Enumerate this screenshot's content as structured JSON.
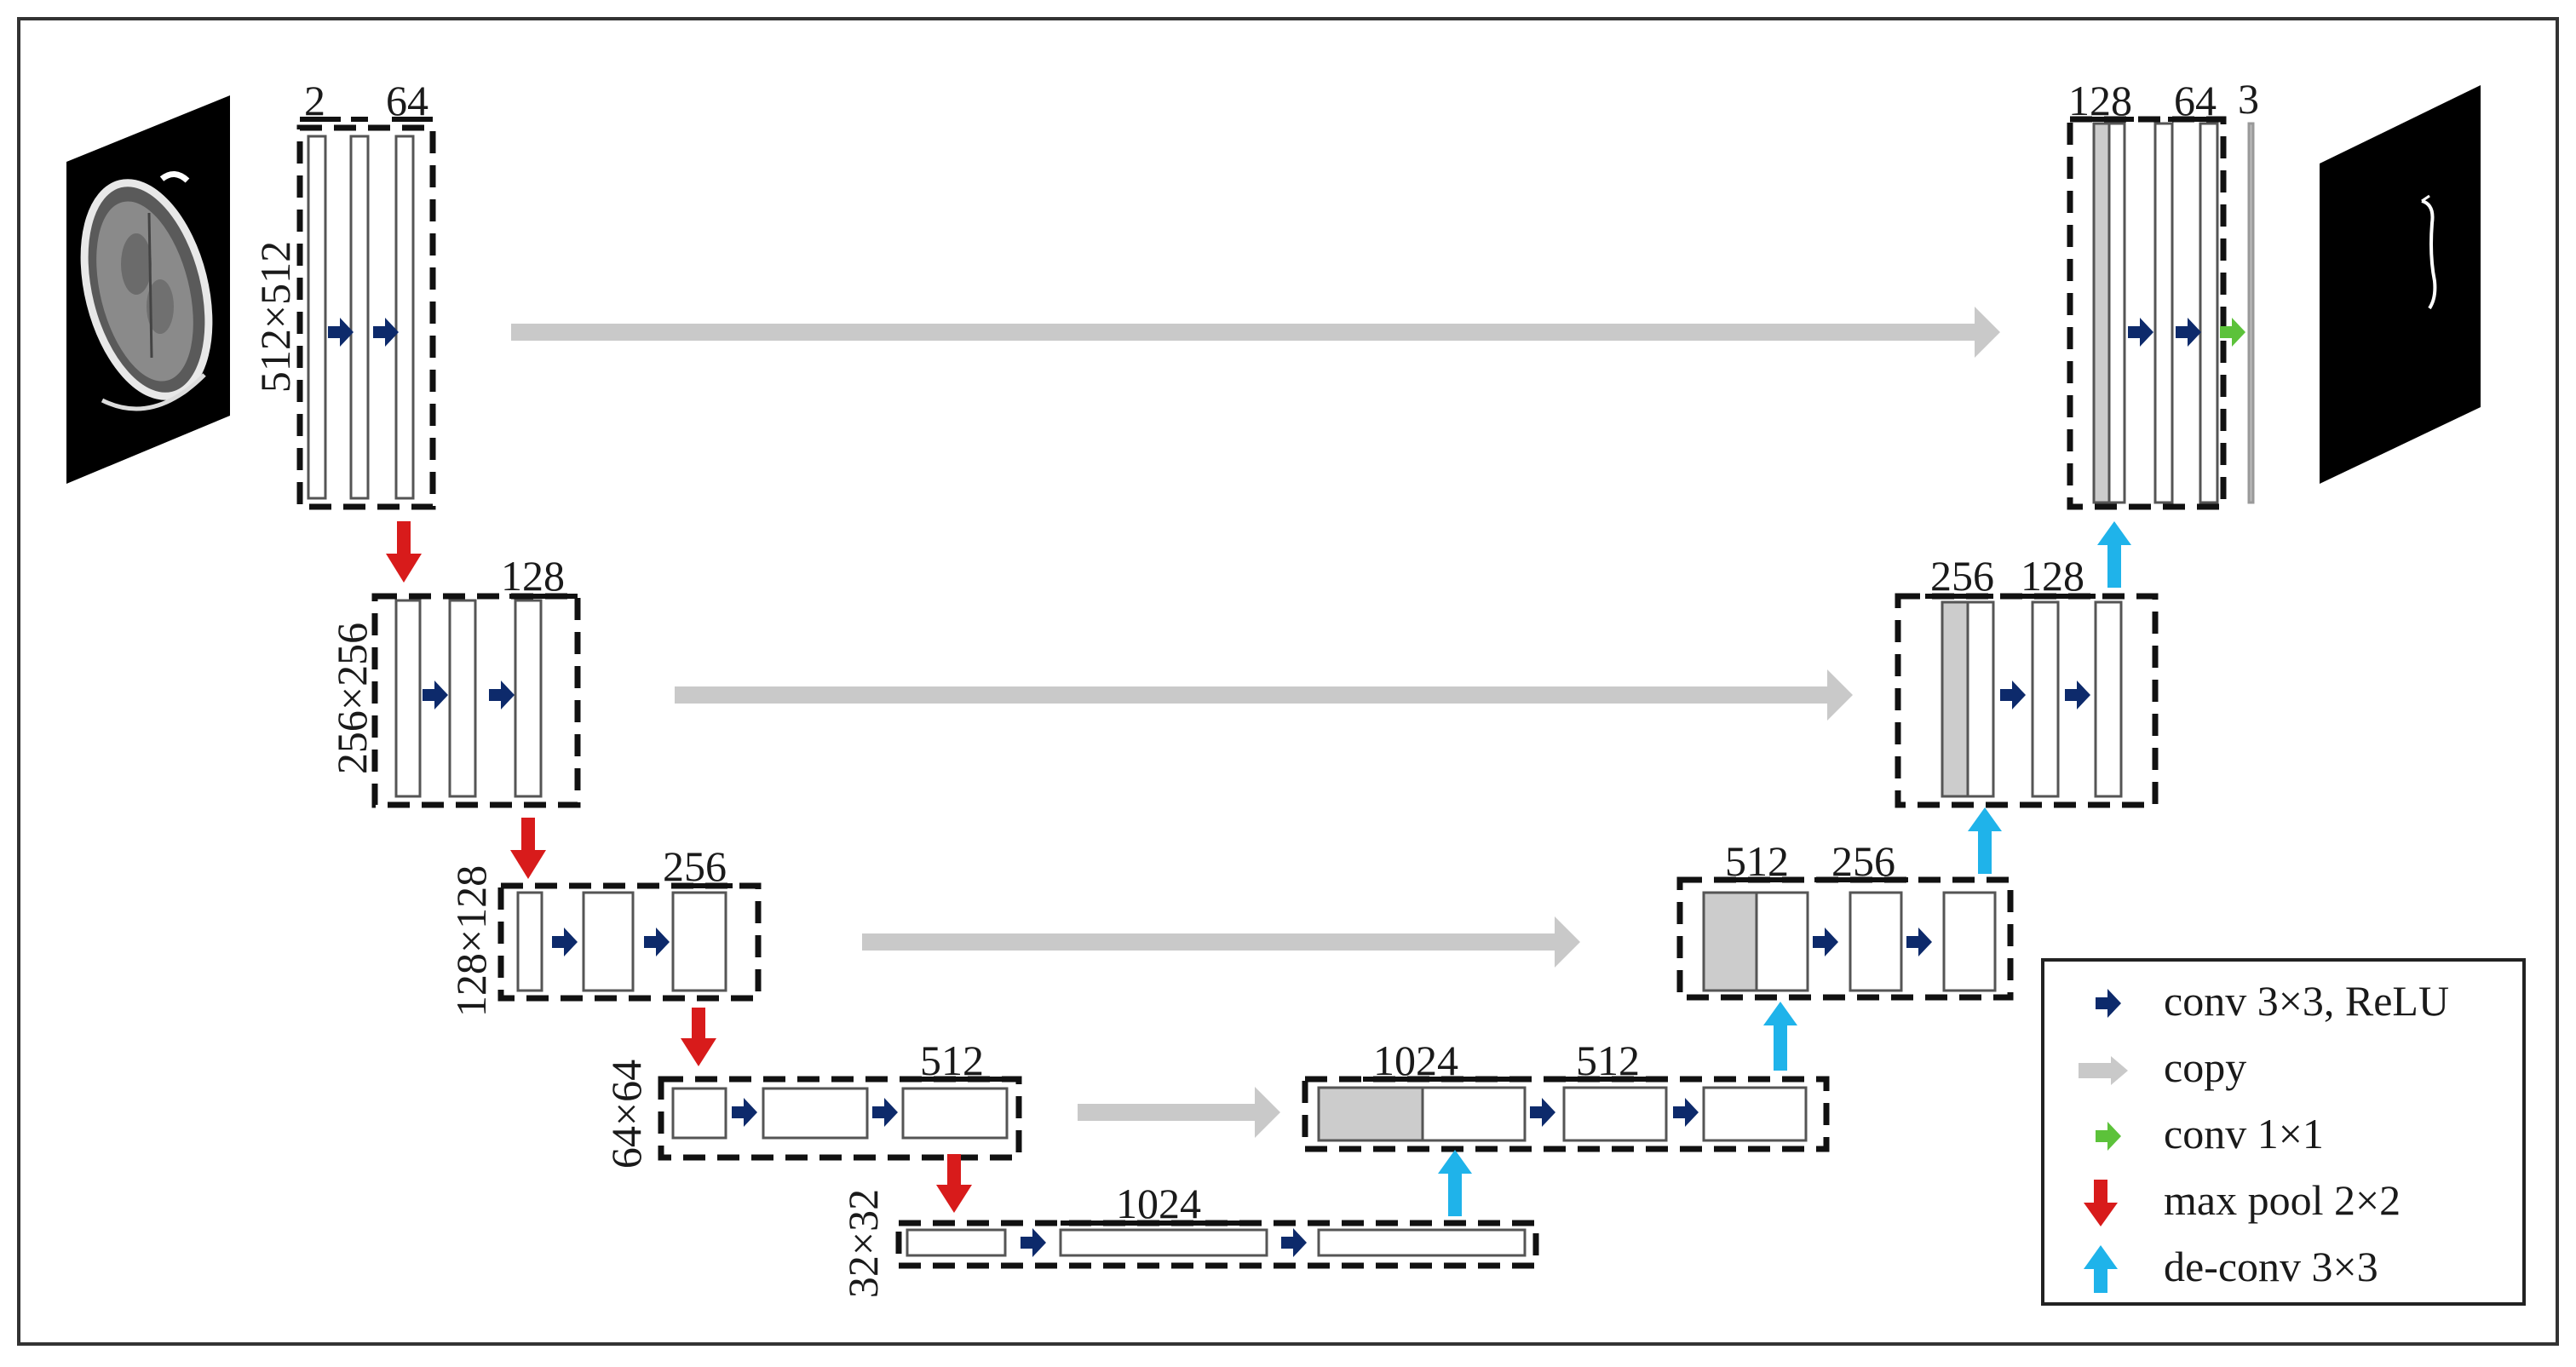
{
  "diagram": {
    "colors": {
      "conv": "#0d2a6b",
      "copy": "#c9c9c9",
      "conv1x1": "#5cc23a",
      "maxpool": "#d81b1b",
      "deconv": "#1fb3ea",
      "copied_block": "#cccccc"
    },
    "input_image": {
      "icon": "ct-head-scan-image"
    },
    "output_image": {
      "icon": "segmentation-mask-image"
    },
    "encoder": {
      "level1": {
        "size": "512×512",
        "channels_in": "2",
        "channels_out": "64"
      },
      "level2": {
        "size": "256×256",
        "channels": "128"
      },
      "level3": {
        "size": "128×128",
        "channels": "256"
      },
      "level4": {
        "size": "64×64",
        "channels": "512"
      },
      "bottleneck": {
        "size": "32×32",
        "channels": "1024"
      }
    },
    "decoder": {
      "level4": {
        "concat_channels": "1024",
        "channels": "512"
      },
      "level3": {
        "concat_channels": "512",
        "channels": "256"
      },
      "level2": {
        "concat_channels": "256",
        "channels": "128"
      },
      "level1": {
        "concat_channels": "128",
        "channels": "64",
        "output_channels": "3"
      }
    },
    "legend": {
      "conv": "conv 3×3, ReLU",
      "copy": "copy",
      "conv1x1": "conv 1×1",
      "maxpool": "max pool 2×2",
      "deconv": "de-conv 3×3"
    }
  }
}
